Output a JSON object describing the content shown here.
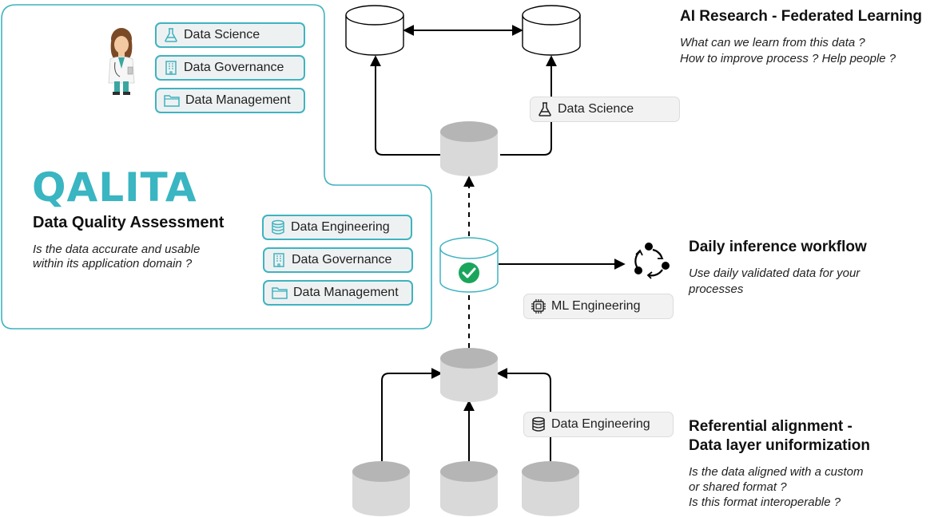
{
  "logo": {
    "text": "QALITA"
  },
  "assessment": {
    "title": "Data Quality Assessment",
    "description_line1": "Is the data accurate and usable",
    "description_line2": "within its application domain ?"
  },
  "top_box_pills": [
    {
      "label": "Data Science",
      "icon": "flask-icon"
    },
    {
      "label": "Data Governance",
      "icon": "building-icon"
    },
    {
      "label": "Data Management",
      "icon": "folder-icon"
    }
  ],
  "mid_box_pills": [
    {
      "label": "Data Engineering",
      "icon": "database-icon"
    },
    {
      "label": "Data Governance",
      "icon": "building-icon"
    },
    {
      "label": "Data Management",
      "icon": "folder-icon"
    }
  ],
  "flow_pills": {
    "science": {
      "label": "Data Science",
      "icon": "flask-icon"
    },
    "ml": {
      "label": "ML Engineering",
      "icon": "chip-icon"
    },
    "engineering": {
      "label": "Data Engineering",
      "icon": "database-icon"
    }
  },
  "research": {
    "title": "AI Research - Federated Learning",
    "line1": "What can we learn from this data ?",
    "line2": "How to improve process ?  Help people ?"
  },
  "inference": {
    "title": "Daily inference workflow",
    "line1": "Use daily validated data for your",
    "line2": "processes"
  },
  "alignment": {
    "title_line1": "Referential alignment -",
    "title_line2": "Data layer uniformization",
    "line1": "Is the data aligned with a custom",
    "line2": "or shared format ?",
    "line3": "Is this format interoperable ?"
  },
  "colors": {
    "accent": "#3ab5c2",
    "check": "#1aa55c",
    "db_fill": "#d9d9d9",
    "db_top": "#b5b5b5"
  }
}
